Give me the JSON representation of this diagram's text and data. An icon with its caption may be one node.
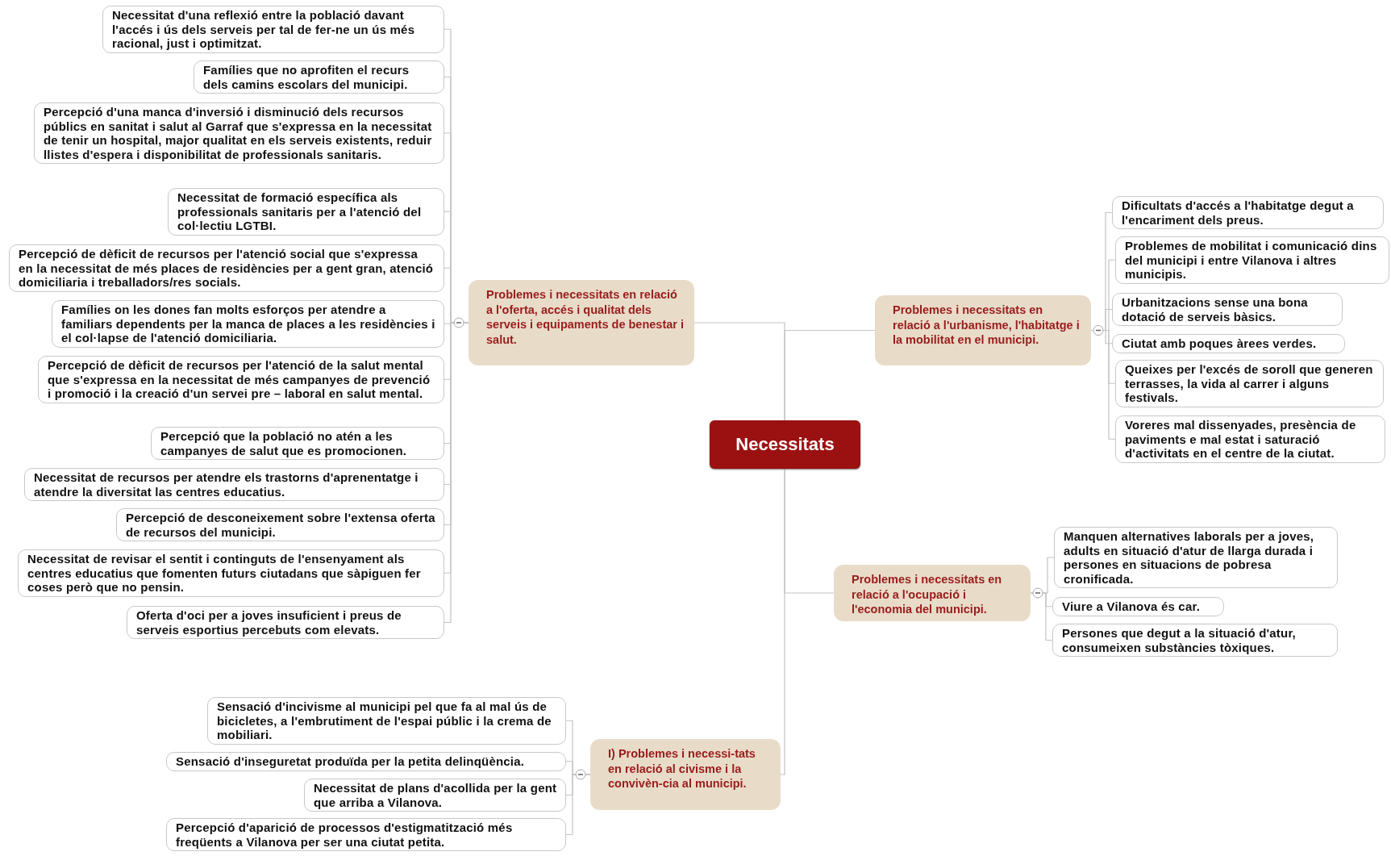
{
  "diagram": {
    "nodes": [
      {
        "text": [
          "Necessitats"
        ]
      },
      {
        "text": [
          "Problemes i necessitats en relació a l'oferta, accés i qualitat dels serveis i equipaments de benestar i salut."
        ]
      },
      {
        "text": [
          "Necessitat d'una reflexió entre la població davant l'accés i ús dels serveis per tal de fer-ne un ús més racional, just i optimitzat."
        ]
      },
      {
        "text": [
          "Famílies que no aprofiten el recurs dels camins escolars del municipi."
        ]
      },
      {
        "text": [
          "Percepció d'una manca d'inversió i disminució dels recursos públics en sanitat i salut al Garraf que s'expressa en la necessitat de tenir un hospital, major qualitat en els serveis existents, reduir llistes d'espera i disponibilitat de professionals sanitaris."
        ]
      },
      {
        "text": [
          "Necessitat de formació específica als professionals sanitaris per a l'atenció del col·lectiu LGTBI."
        ]
      },
      {
        "text": [
          "Percepció de dèficit de recursos per l'atenció social que s'expressa en la necessitat de més places de residències per a gent gran, atenció domiciliaria i treballadors/res socials."
        ]
      },
      {
        "text": [
          "Famílies on les dones fan molts esforços per atendre a familiars dependents per la manca de places a les residències i el col·lapse de l'atenció domiciliaria."
        ]
      },
      {
        "text": [
          "Percepció de dèficit de recursos per l'atenció de la salut mental que s'expressa en la necessitat de més campanyes de prevenció i promoció i la creació d'un servei pre – laboral en salut mental."
        ]
      },
      {
        "text": [
          "Percepció que la població no atén a les campanyes de salut que es promocionen."
        ]
      },
      {
        "text": [
          "Necessitat de recursos per atendre els trastorns d'aprenentatge i atendre la diversitat las centres educatius."
        ]
      },
      {
        "text": [
          "Percepció de desconeixement sobre l'extensa oferta de recursos del municipi."
        ]
      },
      {
        "text": [
          "Necessitat de revisar el sentit i continguts de l'ensenyament als centres educatius que fomenten futurs ciutadans que sàpiguen fer coses però que no pensin."
        ]
      },
      {
        "text": [
          "Oferta d'oci per a joves insuficient i preus de serveis esportius percebuts com elevats."
        ]
      },
      {
        "text": [
          "Problemes i necessitats en relació a l'urbanisme, l'habitatge i la mobilitat en el municipi."
        ]
      },
      {
        "text": [
          "Dificultats d'accés a l'habitatge degut a l'encariment dels preus."
        ]
      },
      {
        "text": [
          "Problemes de mobilitat i comunicació dins del municipi i entre Vilanova i altres municipis."
        ]
      },
      {
        "text": [
          "Urbanitzacions sense una bona dotació de serveis bàsics."
        ]
      },
      {
        "text": [
          "Ciutat amb poques àrees verdes."
        ]
      },
      {
        "text": [
          "Queixes per l'excés de soroll que generen terrasses, la vida al carrer i alguns festivals."
        ]
      },
      {
        "text": [
          "Voreres mal dissenyades, presència de paviments e mal estat i saturació d'activitats en el centre de la ciutat."
        ]
      },
      {
        "text": [
          "Problemes i necessitats en relació a l'ocupació i l'economia del municipi."
        ]
      },
      {
        "text": [
          "Manquen alternatives laborals per a joves, adults en situació d'atur de llarga durada i persones en situacions de pobresa cronificada."
        ]
      },
      {
        "text": [
          "Viure a Vilanova és car."
        ]
      },
      {
        "text": [
          "Persones que degut a la situació d'atur, consumeixen substàncies tòxiques."
        ]
      },
      {
        "text": [
          "I) Problemes i necessi-tats en relació al civisme i la convivèn-cia al municipi."
        ]
      },
      {
        "text": [
          "Sensació d'incivisme al municipi pel que fa al mal ús de bicicletes, a l'embrutiment de l'espai públic i la crema de mobiliari."
        ]
      },
      {
        "text": [
          "Sensació d'inseguretat produïda per la petita delinqüència."
        ]
      },
      {
        "text": [
          "Necessitat de plans d'acollida per la gent que arriba a Vilanova."
        ]
      },
      {
        "text": [
          "Percepció d'aparició de processos d'estigmatització més freqüents a Vilanova per ser una ciutat petita."
        ]
      }
    ],
    "edges": [
      {
        "from": 0,
        "to": 1,
        "arrow": "none"
      },
      {
        "from": 1,
        "to": 2,
        "arrow": "none"
      },
      {
        "from": 1,
        "to": 3,
        "arrow": "none"
      },
      {
        "from": 1,
        "to": 4,
        "arrow": "none"
      },
      {
        "from": 1,
        "to": 5,
        "arrow": "none"
      },
      {
        "from": 1,
        "to": 6,
        "arrow": "none"
      },
      {
        "from": 1,
        "to": 7,
        "arrow": "none"
      },
      {
        "from": 1,
        "to": 8,
        "arrow": "none"
      },
      {
        "from": 1,
        "to": 9,
        "arrow": "none"
      },
      {
        "from": 1,
        "to": 10,
        "arrow": "none"
      },
      {
        "from": 1,
        "to": 11,
        "arrow": "none"
      },
      {
        "from": 1,
        "to": 12,
        "arrow": "none"
      },
      {
        "from": 1,
        "to": 13,
        "arrow": "none"
      },
      {
        "from": 0,
        "to": 14,
        "arrow": "none"
      },
      {
        "from": 14,
        "to": 15,
        "arrow": "none"
      },
      {
        "from": 14,
        "to": 16,
        "arrow": "none"
      },
      {
        "from": 14,
        "to": 17,
        "arrow": "none"
      },
      {
        "from": 14,
        "to": 18,
        "arrow": "none"
      },
      {
        "from": 14,
        "to": 19,
        "arrow": "none"
      },
      {
        "from": 14,
        "to": 20,
        "arrow": "none"
      },
      {
        "from": 0,
        "to": 21,
        "arrow": "none"
      },
      {
        "from": 21,
        "to": 22,
        "arrow": "none"
      },
      {
        "from": 21,
        "to": 23,
        "arrow": "none"
      },
      {
        "from": 21,
        "to": 24,
        "arrow": "none"
      },
      {
        "from": 0,
        "to": 25,
        "arrow": "none"
      },
      {
        "from": 25,
        "to": 26,
        "arrow": "none"
      },
      {
        "from": 25,
        "to": 27,
        "arrow": "none"
      },
      {
        "from": 25,
        "to": 28,
        "arrow": "none"
      },
      {
        "from": 25,
        "to": 29,
        "arrow": "none"
      }
    ]
  }
}
